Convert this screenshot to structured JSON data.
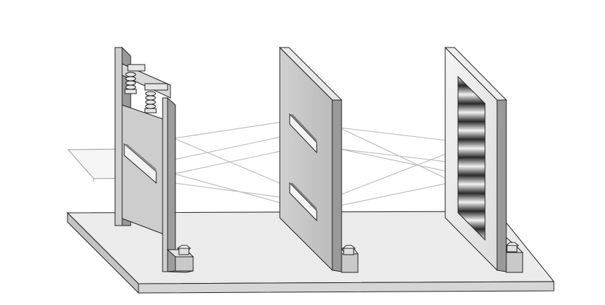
{
  "diagram": {
    "title": "",
    "colors": {
      "outline": "#222222",
      "base_top": "#ebebeb",
      "base_front": "#d6d6d6",
      "stand_face": "#c8c8c8",
      "stand_side": "#9a9a9a",
      "frame": "#e8e8e8",
      "light_path": "#bdbdbd",
      "fringe_dark": "#2a2a2a",
      "fringe_light": "#f2f2f2"
    },
    "components": [
      {
        "id": "light-source-with-slit",
        "springs": 2
      },
      {
        "id": "double-slit-screen",
        "slits": 2
      },
      {
        "id": "observation-screen",
        "fringes": 9
      }
    ]
  }
}
